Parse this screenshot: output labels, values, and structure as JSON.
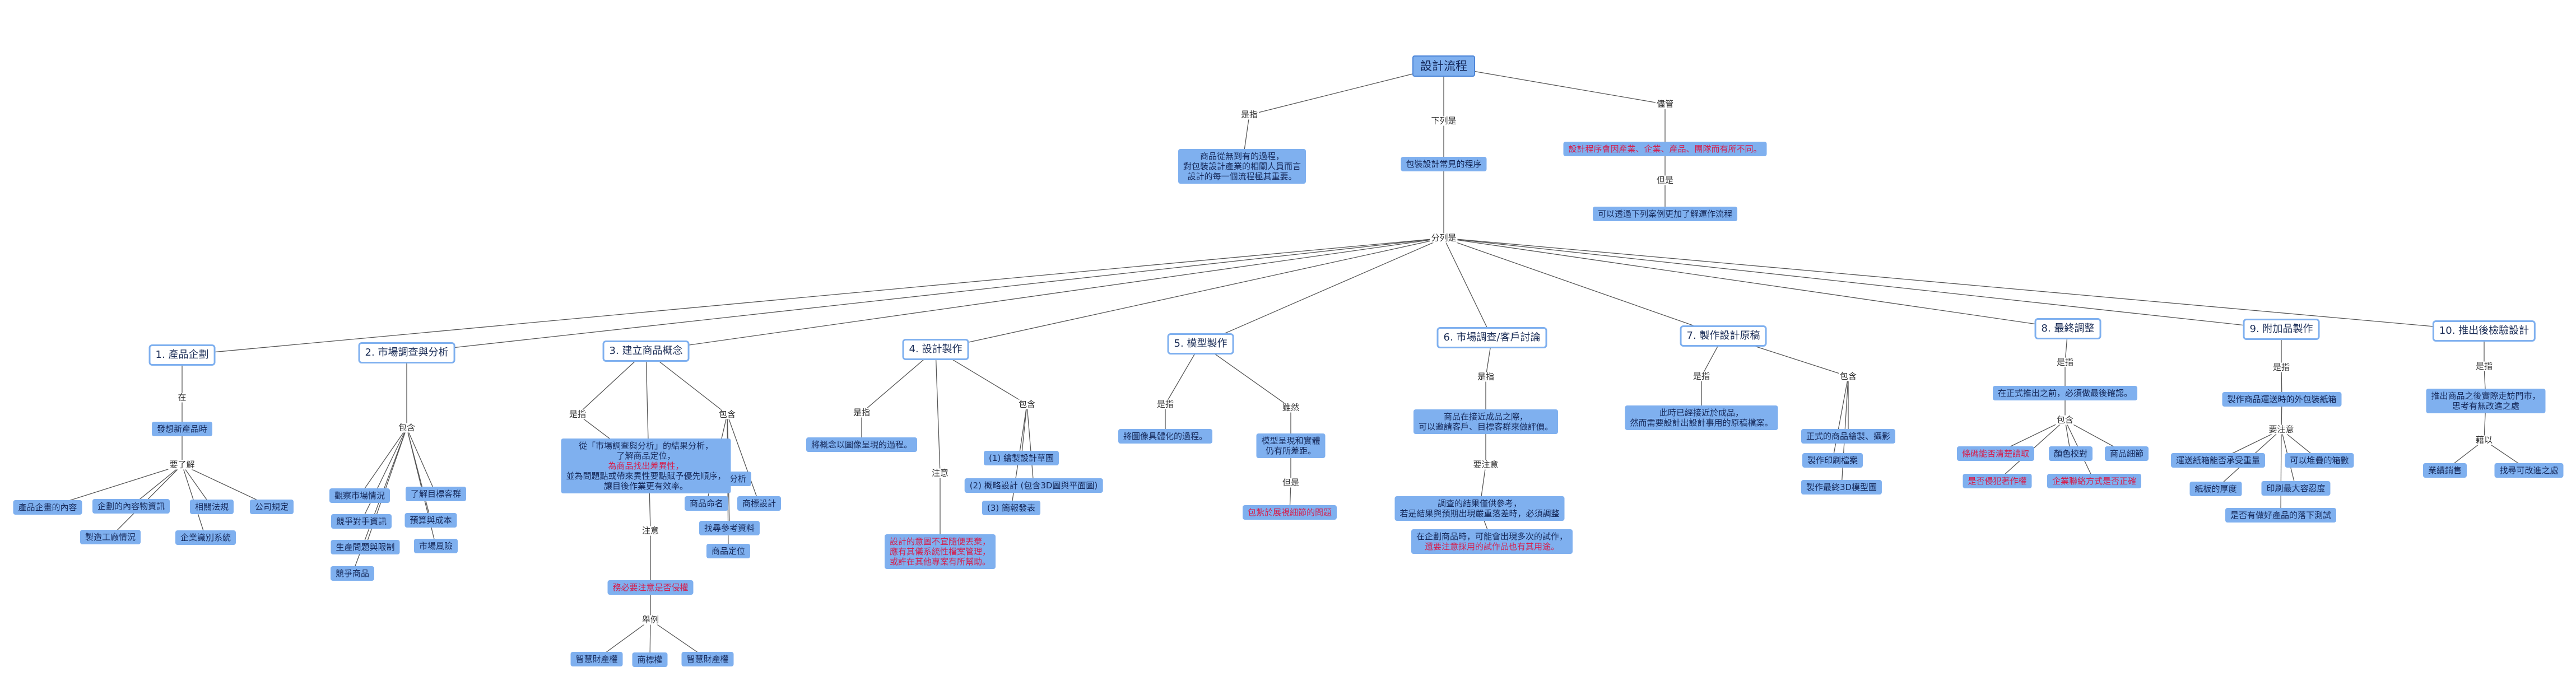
{
  "root": "設計流程",
  "n": {
    "def": "商品從無到有的過程，\n對包裝設計產業的相關人員而言\n設計的每一個流程極其重要。",
    "common": "包裝設計常見的程序",
    "vary": "設計程序會因產業、企業、產品、團隊而有所不同。",
    "vary2": "可以透過下列案例更加了解運作流程",
    "s1": "1. 產品企劃",
    "s1a": "發想新產品時",
    "s1b": "產品企畫的內容",
    "s1c": "企劃的內容物資訊",
    "s1d": "相關法規",
    "s1e": "公司規定",
    "s1f": "製造工廠情況",
    "s1g": "企業識別系統",
    "s2": "2. 市場調查與分析",
    "s2a": "觀察市場情況",
    "s2b": "了解目標客群",
    "s2c": "競爭對手資訊",
    "s2d": "預算與成本",
    "s2e": "生產問題與限制",
    "s2f": "市場風險",
    "s2g": "競爭商品",
    "s3": "3. 建立商品概念",
    "s3a1": "從「市場調查與分析」的結果分析，\n了解商品定位，",
    "s3a2": "為商品找出差異性，",
    "s3a3": "並為問題點或帶來異性要點賦予優先順序，\n讓目後作業更有效率。",
    "s3b": "務必要注意是否侵權",
    "s3c": "智慧財產權",
    "s3d": "商標權",
    "s3e": "智慧財產權",
    "s3f": "產品分析",
    "s3g": "商品命名",
    "s3h": "商標設計",
    "s3i": "找尋參考資料",
    "s3j": "商品定位",
    "s4": "4. 設計製作",
    "s4a": "將概念以圖像呈現的過程。",
    "s4b": "設計的意圖不宜隨便丟棄，\n應有其儀系統性檔案管理，\n或許在其他專案有所幫助。",
    "s4c": "(1) 繪製設計草圖",
    "s4d": "(2) 概略設計 (包含3D圖與平面圖)",
    "s4e": "(3) 簡報發表",
    "s5": "5. 模型製作",
    "s5a": "將圖像具體化的過程。",
    "s5b": "模型呈現和實體\n仍有所差距。",
    "s5c": "包紮於展視細節的問題",
    "s6": "6. 市場調查/客戶討論",
    "s6a": "商品在接近成品之際，\n可以邀請客戶、目標客群來做評價。",
    "s6b": "調查的結果僅供參考，\n若是結果與預期出現嚴重落差時，必須調整",
    "s6c1": "在企劃商品時，可能會出現多次的試作，",
    "s6c2": "還要注意採用的試作品也有其用途。",
    "s7": "7. 製作設計原稿",
    "s7a": "此時已經接近於成品，\n然而需要設計出設計事用的原稿檔案。",
    "s7b": "正式的商品繪製、攝影",
    "s7c": "製作印刷檔案",
    "s7d": "製作最終3D模型圖",
    "s8": "8. 最終調整",
    "s8a": "在正式推出之前，必須做最後確認。",
    "s8b": "條碼能否清楚讀取",
    "s8c": "顏色校對",
    "s8d": "商品細節",
    "s8e": "是否侵犯著作權",
    "s8f": "企業聯絡方式是否正確",
    "s9": "9. 附加品製作",
    "s9a": "製作商品運送時的外包裝紙箱",
    "s9b": "運送紙箱能否承受重量",
    "s9c": "可以堆疊的箱數",
    "s9d": "紙板的厚度",
    "s9e": "印刷最大容忍度",
    "s9f": "是否有做好產品的落下測試",
    "s10": "10. 推出後檢驗設計",
    "s10a": "推出商品之後實際走訪門市，\n思考有無改進之處",
    "s10b": "業績銷售",
    "s10c": "找尋可改進之處"
  },
  "l": {
    "is": "是指",
    "below": "下列是",
    "though": "儘管",
    "but": "但是",
    "listed": "分列是",
    "at": "在",
    "understand": "要了解",
    "include": "包含",
    "note": "注意",
    "example": "舉例",
    "although": "雖然",
    "attention": "要注意",
    "basis": "藉以"
  }
}
